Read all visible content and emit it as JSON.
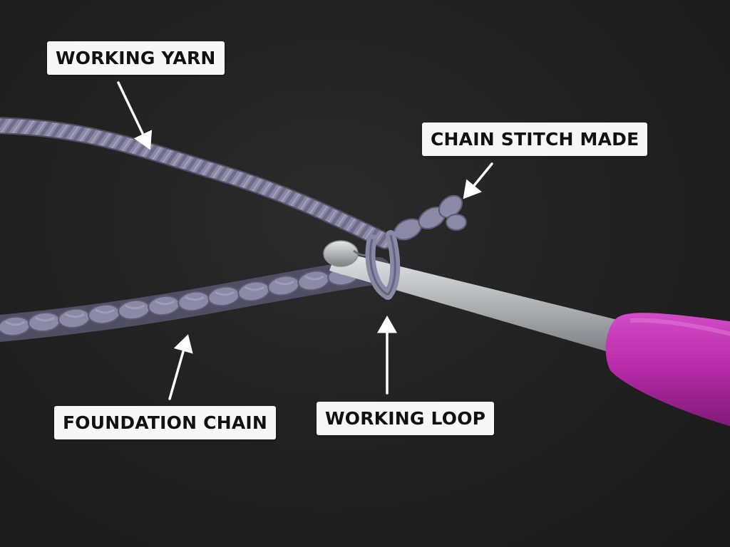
{
  "labels": {
    "working_yarn": "WORKING YARN",
    "chain_stitch_made": "CHAIN STITCH MADE",
    "foundation_chain": "FOUNDATION CHAIN",
    "working_loop": "WORKING LOOP"
  },
  "colors": {
    "background": "#202020",
    "yarn": "#8a89a6",
    "yarn_shadow": "#5c5b73",
    "hook_metal": "#b7b8bc",
    "hook_handle": "#b52aa8",
    "label_bg": "#f7f7f7",
    "label_text": "#111111",
    "arrow": "#ffffff"
  }
}
